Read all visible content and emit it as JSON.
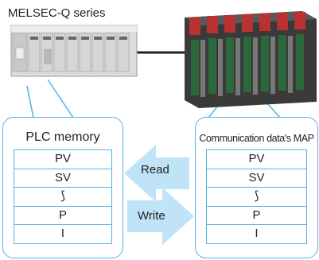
{
  "plc": {
    "series_label": "MELSEC-Q series"
  },
  "left_panel": {
    "title": "PLC memory",
    "rows": [
      "PV",
      "SV",
      "⟆",
      "P",
      "I"
    ]
  },
  "right_panel": {
    "title": "Communication data's MAP",
    "rows": [
      "PV",
      "SV",
      "⟆",
      "P",
      "I"
    ]
  },
  "arrows": {
    "read_label": "Read",
    "write_label": "Write"
  },
  "colors": {
    "panel_border": "#4fb3e8",
    "arrow_fill": "#bfe3f7",
    "controller_red": "#c23a3a"
  }
}
